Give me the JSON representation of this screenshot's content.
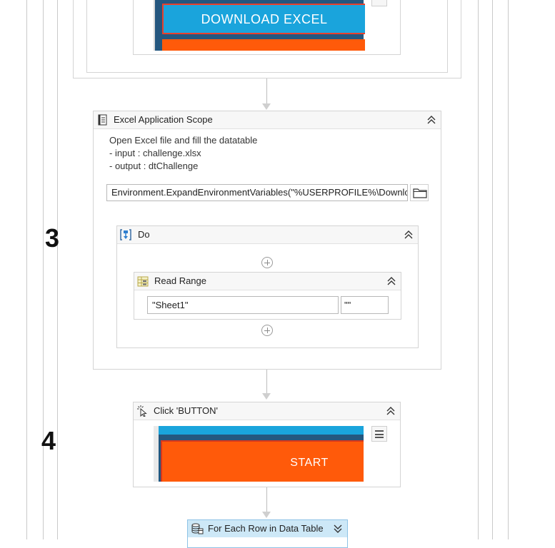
{
  "steps": {
    "three": "3",
    "four": "4"
  },
  "download_activity": {
    "button_label": "DOWNLOAD EXCEL"
  },
  "excel_scope": {
    "title": "Excel Application Scope",
    "icon": "excel-book-icon",
    "annotation": [
      "Open Excel file and fill the datatable",
      "- input : challenge.xlsx",
      "- output : dtChallenge"
    ],
    "path_value": "Environment.ExpandEnvironmentVariables(\"%USERPROFILE%\\Downlc",
    "browse_icon": "folder-icon"
  },
  "do_sequence": {
    "title": "Do",
    "icon": "sequence-icon"
  },
  "read_range": {
    "title": "Read Range",
    "icon": "table-icon",
    "sheet_value": "\"Sheet1\"",
    "range_value": "\"\""
  },
  "click_activity": {
    "title": "Click 'BUTTON'",
    "icon": "click-pointer-icon",
    "button_label": "START"
  },
  "foreach": {
    "title": "For Each Row in Data Table",
    "icon": "database-icon"
  },
  "colors": {
    "accent_orange": "#ff5a0a",
    "accent_blue": "#1aa4dc",
    "selected_header": "#cde8f7"
  }
}
